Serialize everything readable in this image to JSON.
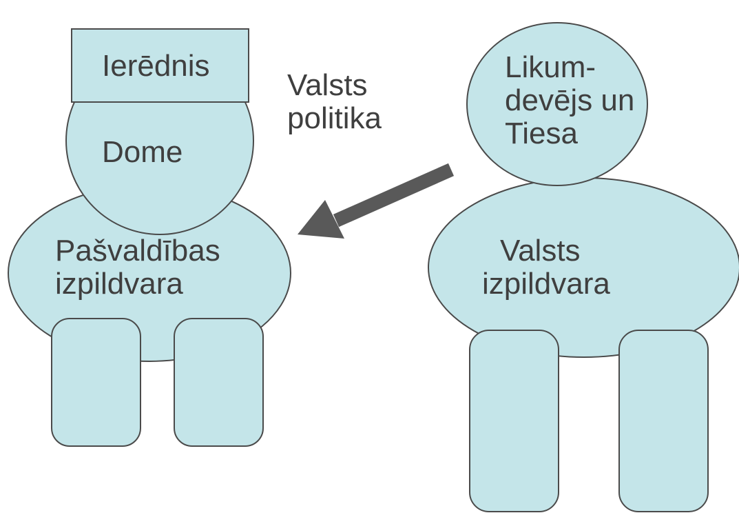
{
  "left_figure": {
    "hat_label": "Ierēdnis",
    "head_label": "Dome",
    "body_label_lines": [
      "Pašvaldības",
      "izpildvara"
    ]
  },
  "arrow_label_lines": [
    "Valsts",
    "politika"
  ],
  "right_figure": {
    "head_label_lines": [
      "Likum-",
      "devējs un",
      "Tiesa"
    ],
    "body_label_lines": [
      "Valsts",
      "izpildvara"
    ]
  },
  "colors": {
    "shape_fill": "#c4e5e9",
    "shape_outline": "#4a4a4a",
    "arrow": "#595959",
    "text": "#3f3f3f"
  }
}
